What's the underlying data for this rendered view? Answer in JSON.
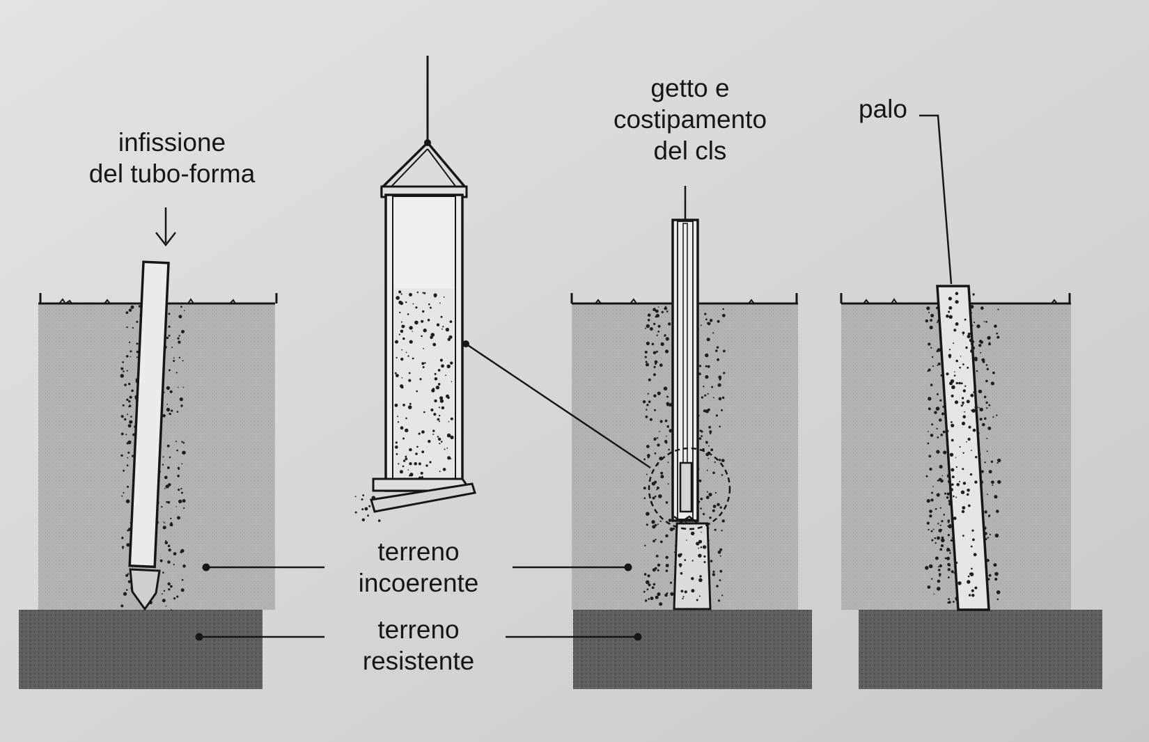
{
  "labels": {
    "infissione": [
      "infissione",
      "del tubo-forma"
    ],
    "getto": [
      "getto e",
      "costipamento",
      "del cls"
    ],
    "palo": "palo",
    "incoerente": [
      "terreno",
      "incoerente"
    ],
    "resistente": [
      "terreno",
      "resistente"
    ]
  },
  "icons": {
    "arrow": "down-arrow-icon",
    "bucket": "concrete-bucket-icon"
  },
  "colors": {
    "paper": "#d9d9d9",
    "soft_soil": "#b5b5b5",
    "hard_soil": "#5e5e5e",
    "ink": "#161616"
  }
}
